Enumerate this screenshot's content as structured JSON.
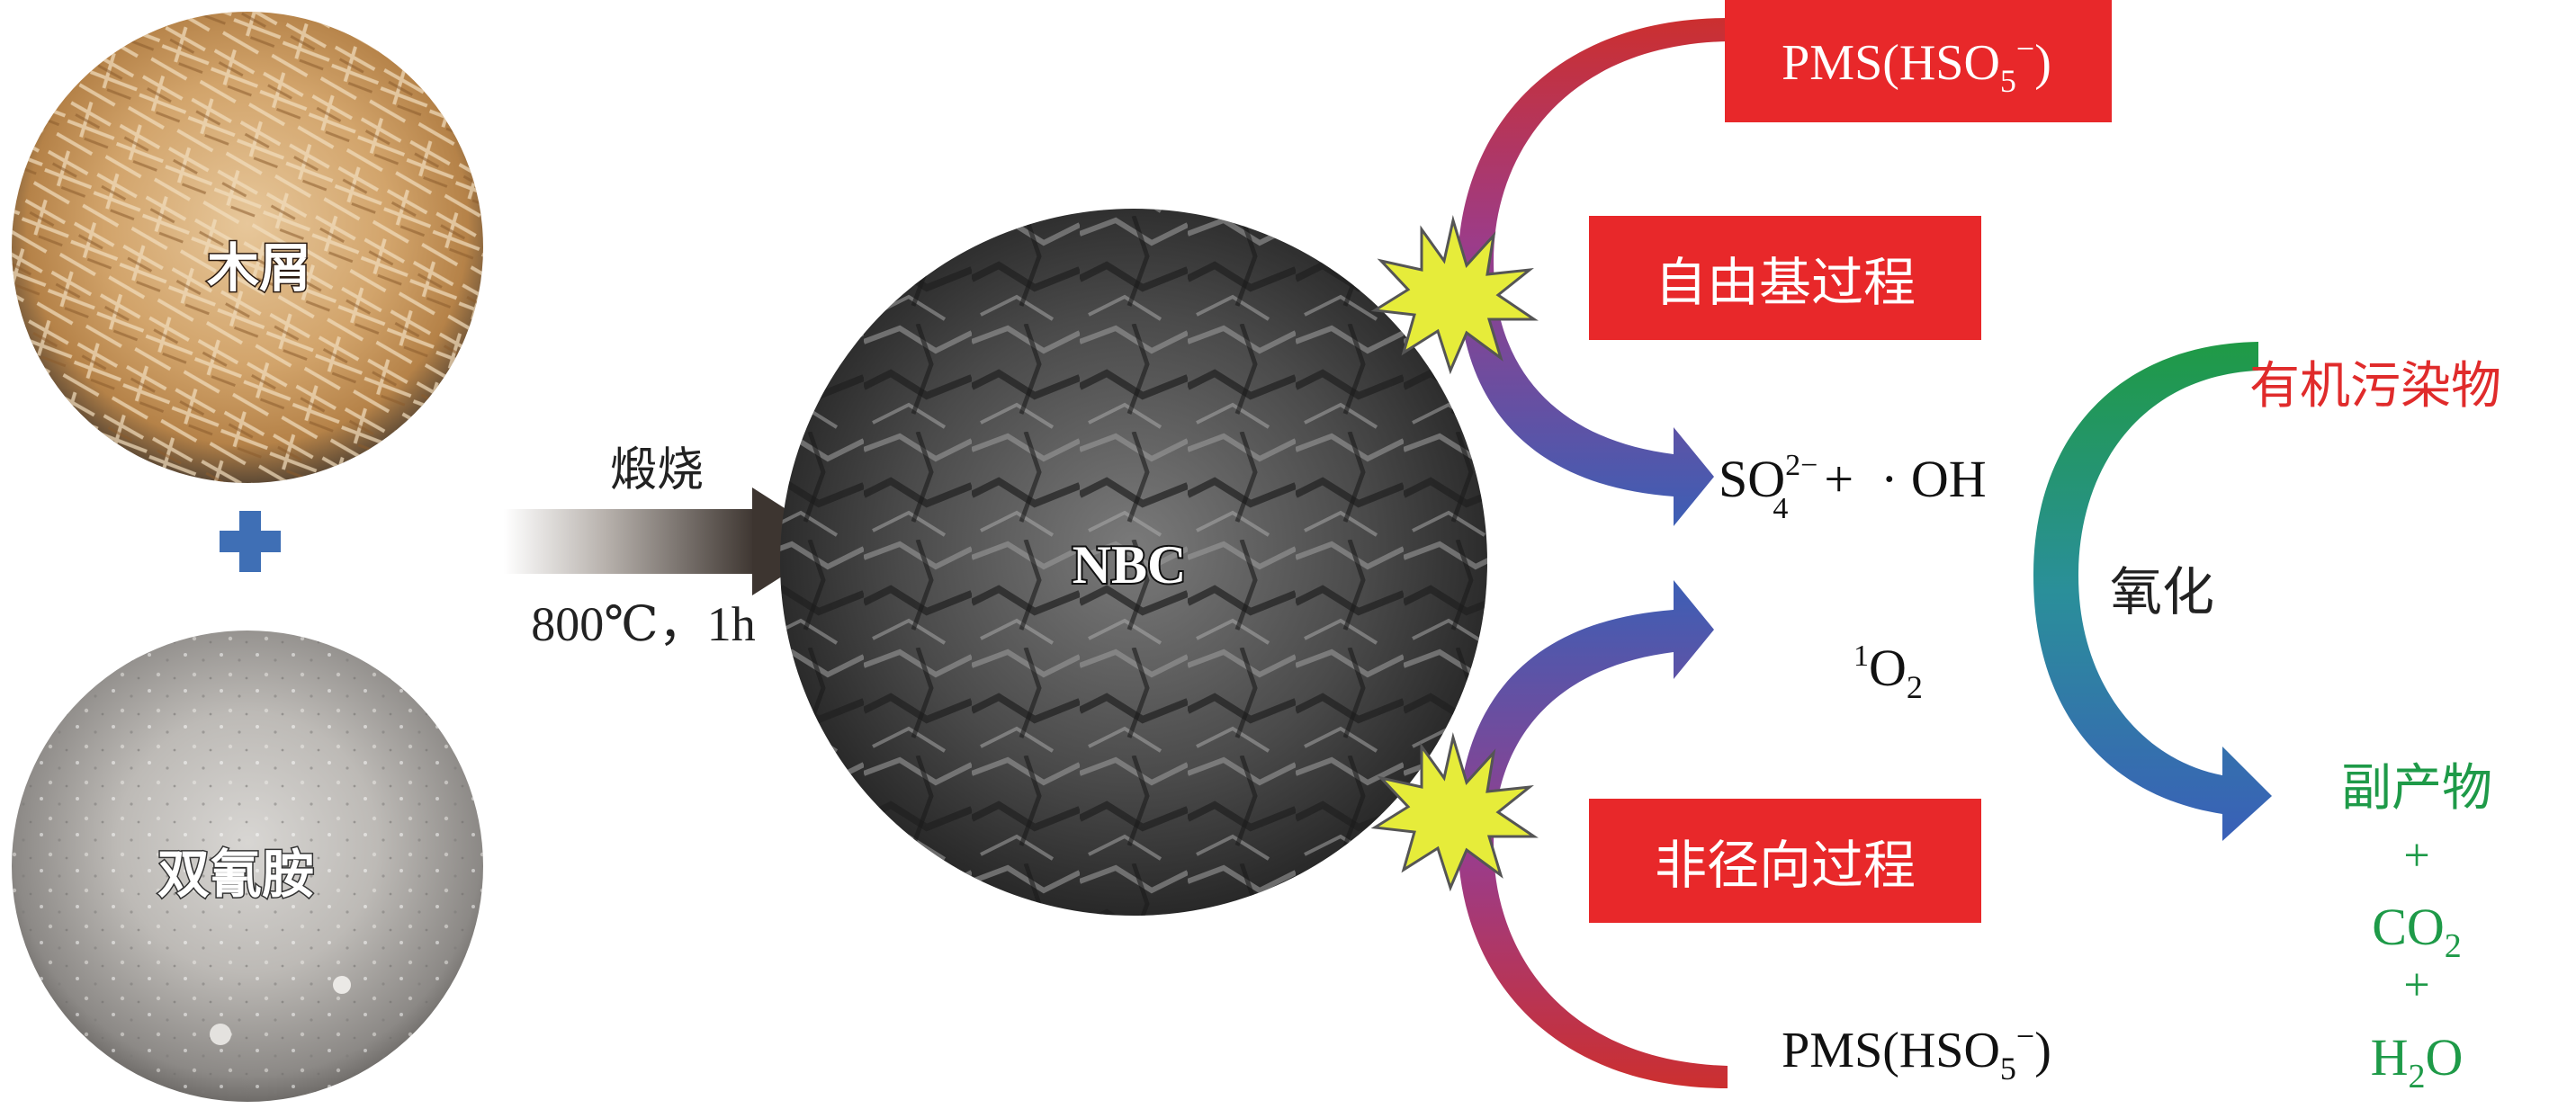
{
  "materials": {
    "wood_label": "木屑",
    "dicyandiamide_label": "双氰胺",
    "plus_symbol": "✚"
  },
  "process": {
    "method": "煅烧",
    "conditions": "800℃，1h"
  },
  "product": {
    "name": "NBC"
  },
  "pms": {
    "top_label": "PMS(HSO",
    "bottom_label": "PMS(HSO",
    "sub": "5",
    "sup": "−",
    "close": ")"
  },
  "pathways": {
    "radical": "自由基过程",
    "nonradical": "非径向过程"
  },
  "species": {
    "sulfate_base": "SO",
    "sulfate_sub": "4",
    "sulfate_sup": "2−",
    "plus": "+",
    "hydroxyl": "· OH",
    "singlet_sup": "1",
    "singlet_base": "O",
    "singlet_sub": "2"
  },
  "oxidation": {
    "label": "氧化",
    "pollutant": "有机污染物",
    "byproduct": "副产物",
    "plus1": "+",
    "co2_base": "CO",
    "co2_sub": "2",
    "plus2": "+",
    "h2o_base": "H",
    "h2o_sub": "2",
    "h2o_tail": "O"
  },
  "colors": {
    "red_box": "#e8282a",
    "red_text": "#e02b2b",
    "green_text": "#1e9a48",
    "blue_cross": "#3f6fb5",
    "star": "#e6ec3a"
  }
}
